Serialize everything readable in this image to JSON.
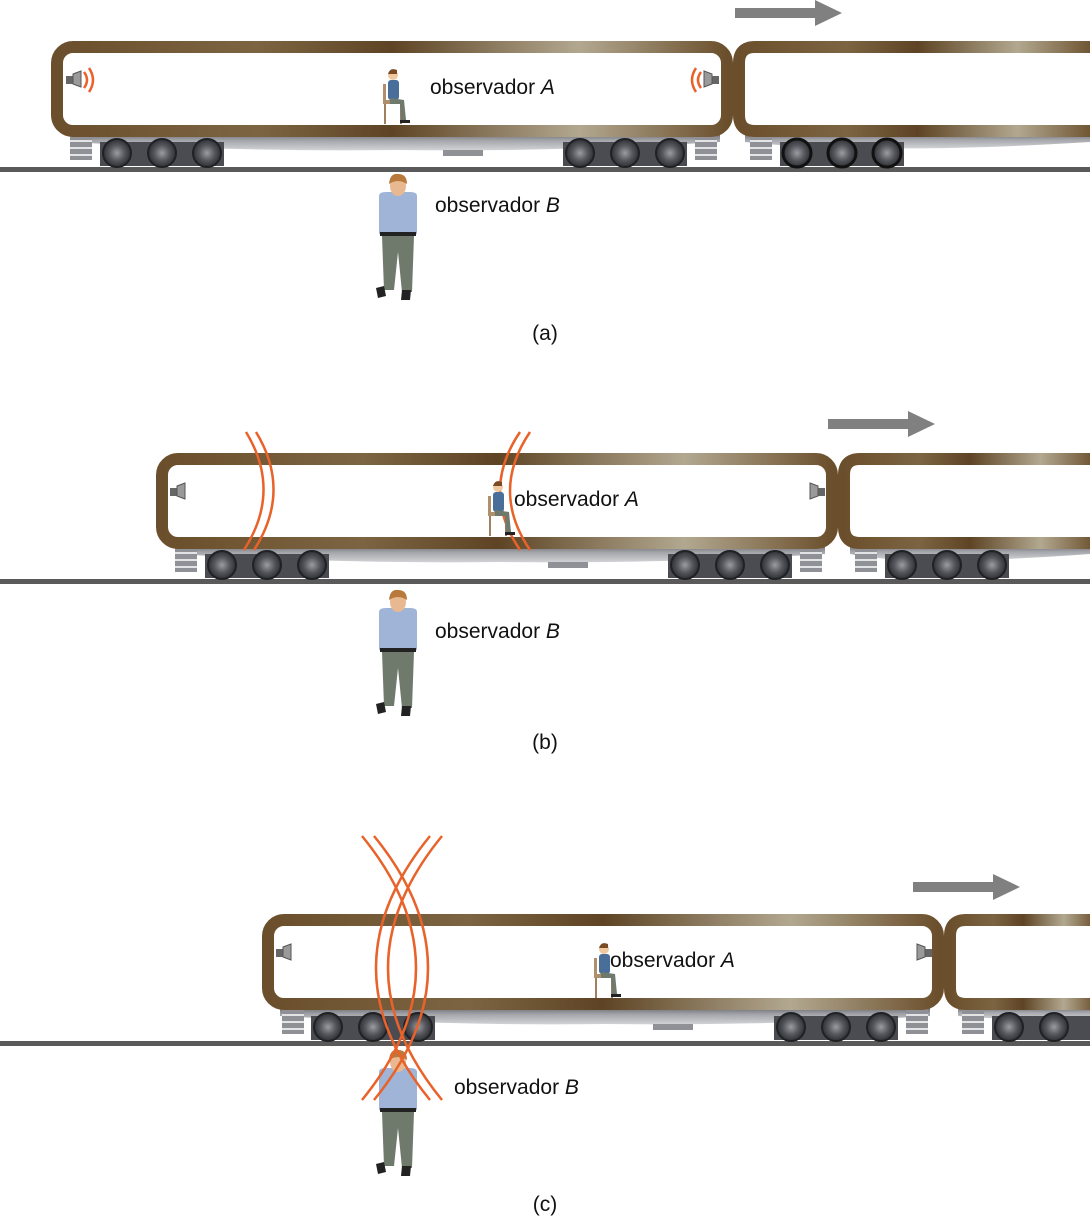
{
  "colors": {
    "car_frame": "#6b4f2c",
    "car_frame_light": "#a89c86",
    "wave": "#e8622a",
    "arrow": "#808080",
    "rail": "#5a5a5a",
    "undercarriage": "#8f9196",
    "wheel": "#4a4c52",
    "shirt": "#9fb4d6",
    "pants": "#6f7a6c",
    "hair": "#b87a3c"
  },
  "icons": [
    "light-source-icon",
    "direction-arrow-icon",
    "wheel-icon",
    "person-icon"
  ],
  "panels": [
    {
      "caption": "(a)",
      "observer_a": {
        "name": "observador",
        "var": "A"
      },
      "observer_b": {
        "name": "observador",
        "var": "B"
      }
    },
    {
      "caption": "(b)",
      "observer_a": {
        "name": "observador",
        "var": "A"
      },
      "observer_b": {
        "name": "observador",
        "var": "B"
      }
    },
    {
      "caption": "(c)",
      "observer_a": {
        "name": "observador",
        "var": "A"
      },
      "observer_b": {
        "name": "observador",
        "var": "B"
      }
    }
  ]
}
